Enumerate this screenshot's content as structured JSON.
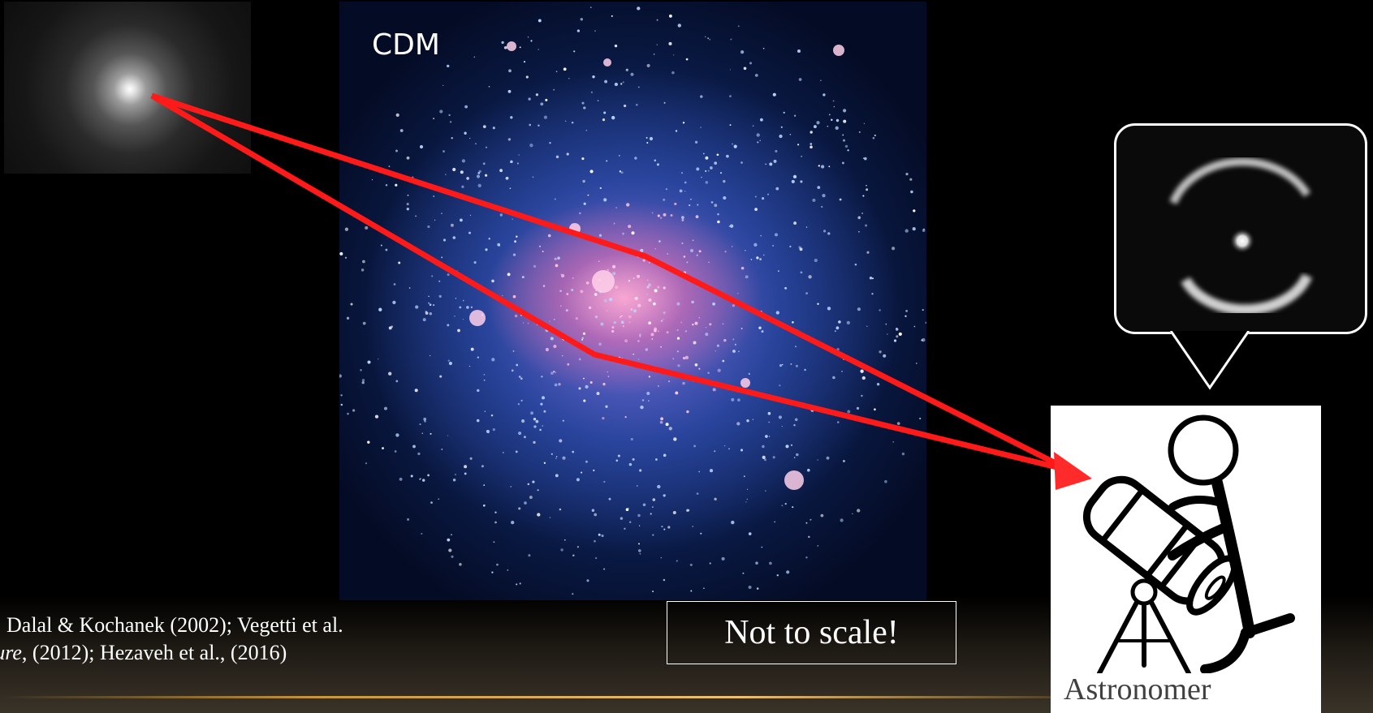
{
  "cdm_label": "CDM",
  "scale_note": "Not to scale!",
  "astronomer_label": "Astronomer",
  "citation": {
    "line1": "Dalal & Kochanek (2002); Vegetti et al.",
    "line2_italic": "ture",
    "line2_rest": ", (2012); Hezaveh et al., (2016)"
  },
  "colors": {
    "light_ray": "#ff1a1a",
    "accent_gold": "#e0a84a",
    "background": "#000000"
  },
  "icons": [
    "telescope-icon",
    "astronomer-figure-icon",
    "einstein-ring-image"
  ]
}
